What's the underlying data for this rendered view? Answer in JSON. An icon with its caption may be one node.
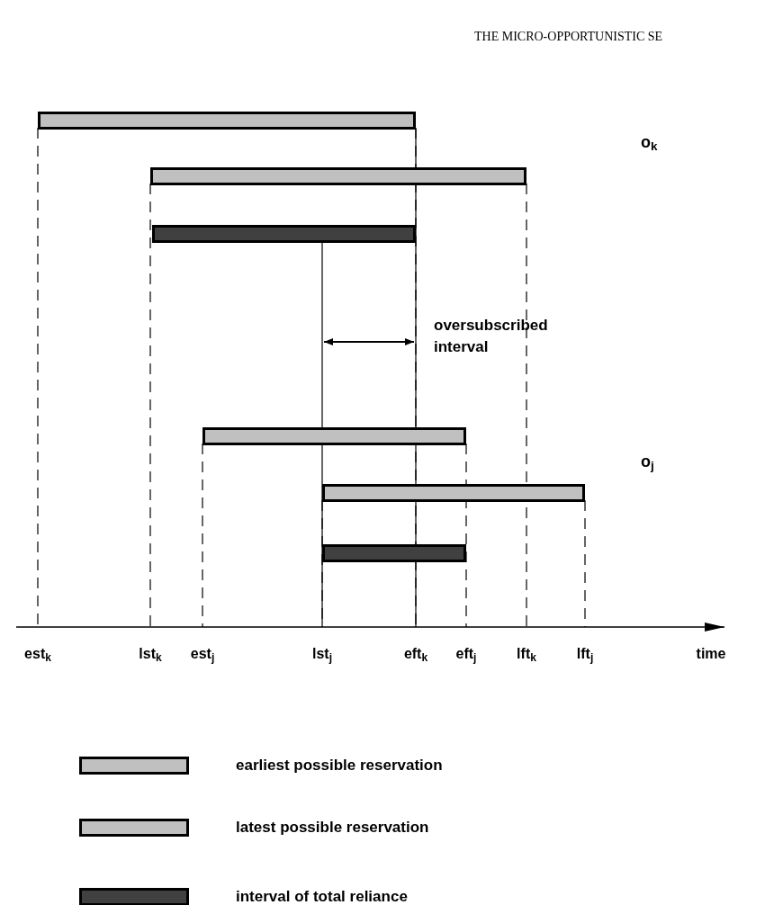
{
  "diagram": {
    "labels": [
      "THE MICRO-OPPORTUNISTIC SE",
      "o$_{k}$",
      "oversubscribed interval",
      "o$_{j}$",
      "est$_{k}$",
      "lst$_{k}$",
      "est$_{j}$",
      "lst$_{j}$",
      "eft$_{k}$",
      "eft$_{j}$",
      "lft$_{k}$",
      "lft$_{j}$",
      "time"
    ],
    "legend": [
      {
        "text": "earliest possible reservation",
        "color": "#c0c0c0"
      },
      {
        "text": "latest possible reservation",
        "color": "#c0c0c0"
      },
      {
        "text": "interval of total reliance",
        "color": "#404040"
      }
    ]
  }
}
